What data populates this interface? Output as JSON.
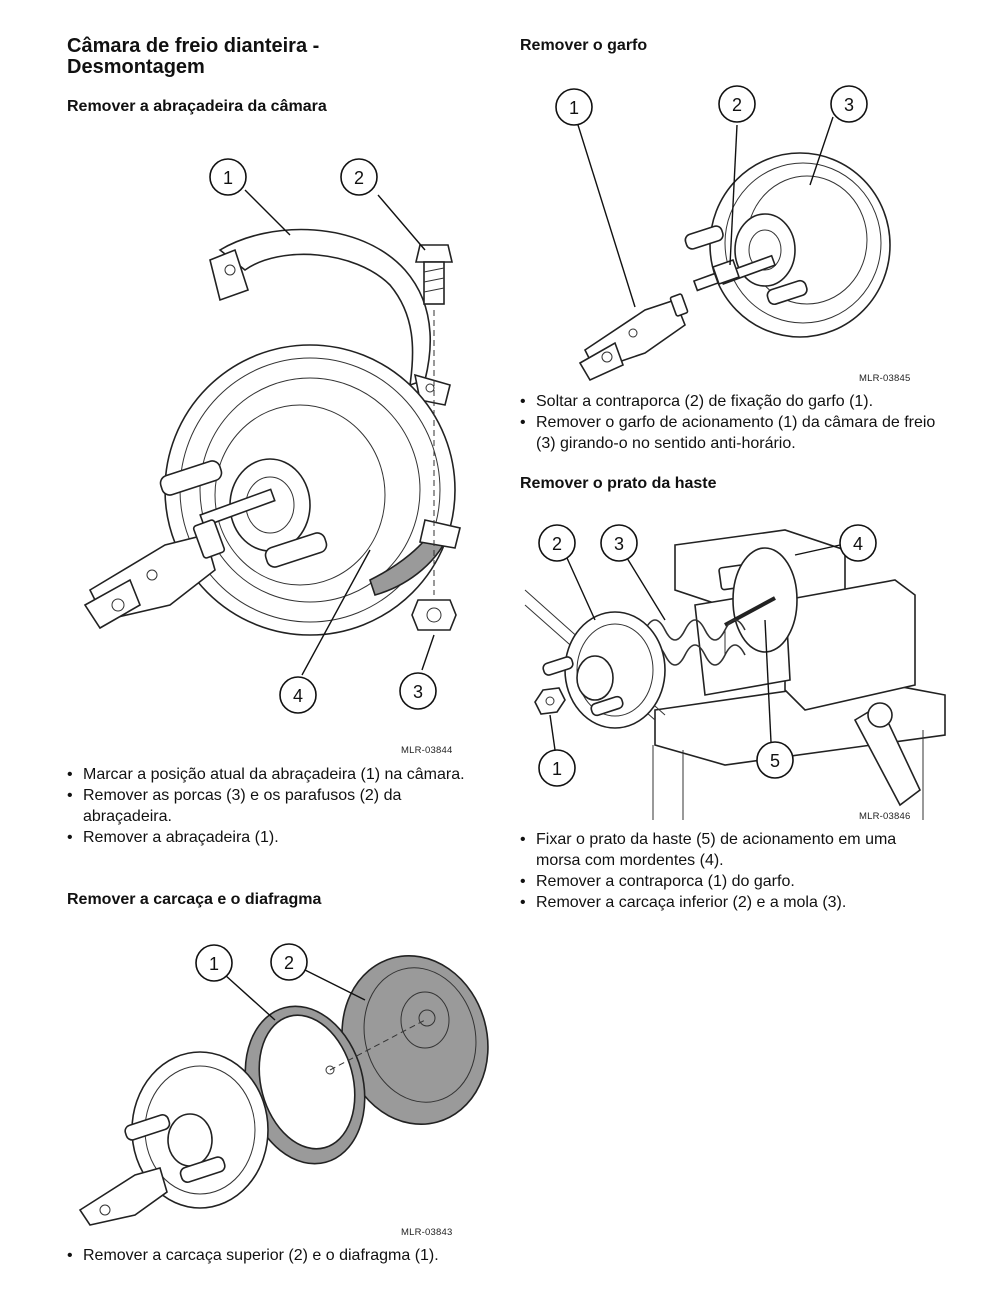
{
  "title": "Câmara de freio dianteira - Desmontagem",
  "sections": [
    {
      "heading": "Remover a abraçadeira da câmara",
      "figure_code": "MLR-03844",
      "callouts": [
        "1",
        "2",
        "3",
        "4"
      ],
      "steps": [
        "Marcar a posição atual da abraçadeira (1) na câmara.",
        "Remover as porcas (3) e os parafusos (2) da abraçadeira.",
        "Remover a abraçadeira (1)."
      ]
    },
    {
      "heading": "Remover a carcaça e o diafragma",
      "figure_code": "MLR-03843",
      "callouts": [
        "1",
        "2"
      ],
      "steps": [
        "Remover a carcaça superior (2) e o diafragma (1)."
      ]
    },
    {
      "heading": "Remover o garfo",
      "figure_code": "MLR-03845",
      "callouts": [
        "1",
        "2",
        "3"
      ],
      "steps": [
        "Soltar a contraporca (2) de fixação do garfo (1).",
        "Remover o garfo de acionamento (1) da câmara de freio (3) girando-o no sentido anti-horário."
      ]
    },
    {
      "heading": "Remover o prato da haste",
      "figure_code": "MLR-03846",
      "callouts": [
        "2",
        "3",
        "4",
        "1",
        "5"
      ],
      "steps": [
        "Fixar o prato da haste (5) de acionamento em uma morsa com mordentes (4).",
        "Remover a contraporca (1) do garfo.",
        "Remover a carcaça inferior (2) e a mola (3)."
      ]
    }
  ]
}
